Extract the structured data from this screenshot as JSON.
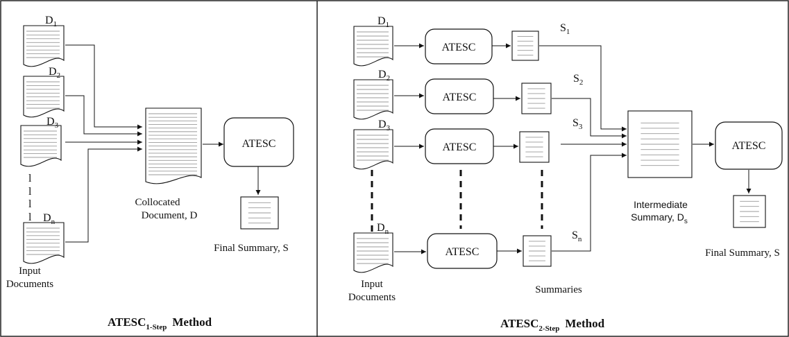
{
  "left_panel": {
    "doc_labels": [
      {
        "base": "D",
        "sub": "1"
      },
      {
        "base": "D",
        "sub": "2"
      },
      {
        "base": "D",
        "sub": "3"
      },
      {
        "base": "D",
        "sub": "n"
      }
    ],
    "ellipsis_marks": [
      "l",
      "l",
      "l",
      "l"
    ],
    "input_label_line1": "Input",
    "input_label_line2": "Documents",
    "collocated_line1": "Collocated",
    "collocated_line2": "Document, D",
    "atesc": "ATESC",
    "final_summary": "Final Summary,  S",
    "title_base": "ATESC",
    "title_sub": "1-Step",
    "title_suffix": "Method"
  },
  "right_panel": {
    "doc_labels": [
      {
        "base": "D",
        "sub": "1"
      },
      {
        "base": "D",
        "sub": "2"
      },
      {
        "base": "D",
        "sub": "3"
      },
      {
        "base": "D",
        "sub": "n"
      }
    ],
    "atesc_labels": [
      "ATESC",
      "ATESC",
      "ATESC",
      "ATESC"
    ],
    "summary_labels": [
      {
        "base": "S",
        "sub": "1"
      },
      {
        "base": "S",
        "sub": "2"
      },
      {
        "base": "S",
        "sub": "3"
      },
      {
        "base": "S",
        "sub": "n"
      }
    ],
    "input_label_line1": "Input",
    "input_label_line2": "Documents",
    "summaries_label": "Summaries",
    "intermediate_line1": "Intermediate",
    "intermediate_line2_base": "Summary, D",
    "intermediate_line2_sub": "s",
    "atesc": "ATESC",
    "final_summary": "Final Summary,  S",
    "title_base": "ATESC",
    "title_sub": "2-Step",
    "title_suffix": "Method"
  }
}
